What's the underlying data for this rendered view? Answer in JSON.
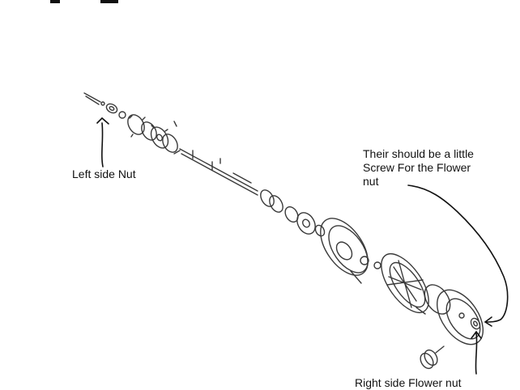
{
  "annotations": {
    "left_nut": "Left side Nut",
    "screw_note": {
      "line1": "Their should be a little",
      "line2": "Screw For the Flower",
      "line3": "nut"
    },
    "right_nut": "Right side Flower nut"
  },
  "colors": {
    "ink": "#111111",
    "sketch": "#3a3a3a",
    "background": "#ffffff"
  }
}
